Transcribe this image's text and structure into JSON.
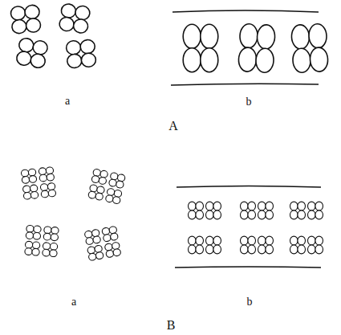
{
  "diagram": {
    "labels": [
      "a",
      "b",
      "A",
      "a",
      "b",
      "B"
    ]
  }
}
